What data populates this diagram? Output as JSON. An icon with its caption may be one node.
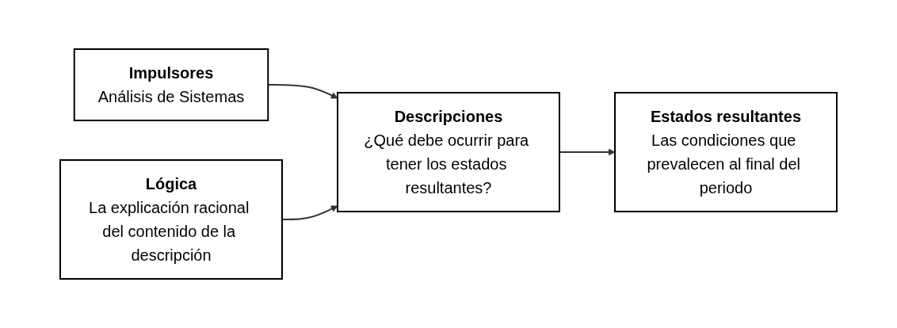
{
  "diagram": {
    "nodes": [
      {
        "text": [
          "Impulsores",
          "Análisis de Sistemas"
        ]
      },
      {
        "text": [
          "Descripciones",
          "¿Qué debe ocurrir para tener los estados resultantes?"
        ]
      },
      {
        "text": [
          "Estados resultantes",
          "Las condiciones que prevalecen al final del periodo"
        ]
      },
      {
        "text": [
          "Lógica",
          "La explicación racional del contenido de la descripción"
        ]
      }
    ],
    "edges": [
      {
        "from": 0,
        "to": 1,
        "arrow": "to"
      },
      {
        "from": 1,
        "to": 2,
        "arrow": "to"
      },
      {
        "from": 3,
        "to": 1,
        "arrow": "to"
      }
    ]
  }
}
